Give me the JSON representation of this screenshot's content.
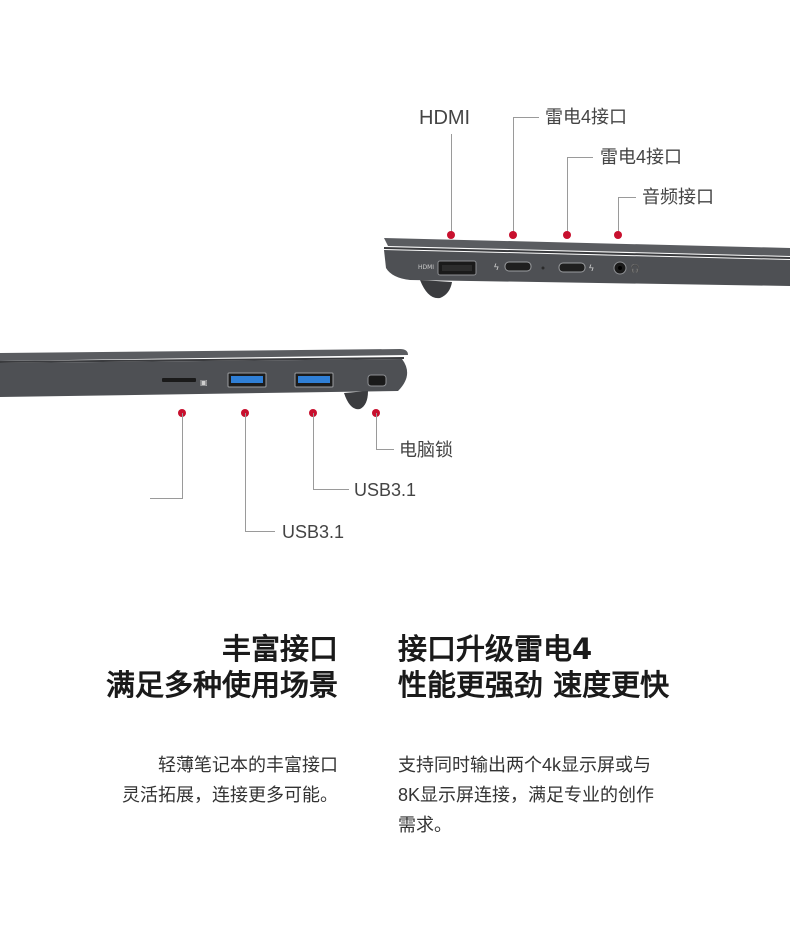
{
  "colors": {
    "accent": "#c8102e",
    "laptop_body": "#55575b",
    "port_blue": "#2f7fd6"
  },
  "top_view": {
    "callouts": [
      {
        "text": "HDMI"
      },
      {
        "text": "雷电4接口"
      },
      {
        "text": "雷电4接口"
      },
      {
        "text": "音频接口"
      }
    ],
    "engraving": {
      "hdmi": "HDMI"
    }
  },
  "bottom_view": {
    "callouts": [
      {
        "text": "电脑锁"
      },
      {
        "text": "USB3.1"
      },
      {
        "text": "USB3.1"
      }
    ]
  },
  "features": [
    {
      "headline_lines": [
        "丰富接口",
        "满足多种使用场景"
      ],
      "body_lines": [
        "轻薄笔记本的丰富接口",
        "灵活拓展，连接更多可能。"
      ]
    },
    {
      "headline_lines": [
        "接口升级雷电4",
        "性能更强劲 速度更快"
      ],
      "body_lines": [
        "支持同时输出两个4k显示屏或与",
        "8K显示屏连接，满足专业的创作",
        "需求。"
      ]
    }
  ]
}
